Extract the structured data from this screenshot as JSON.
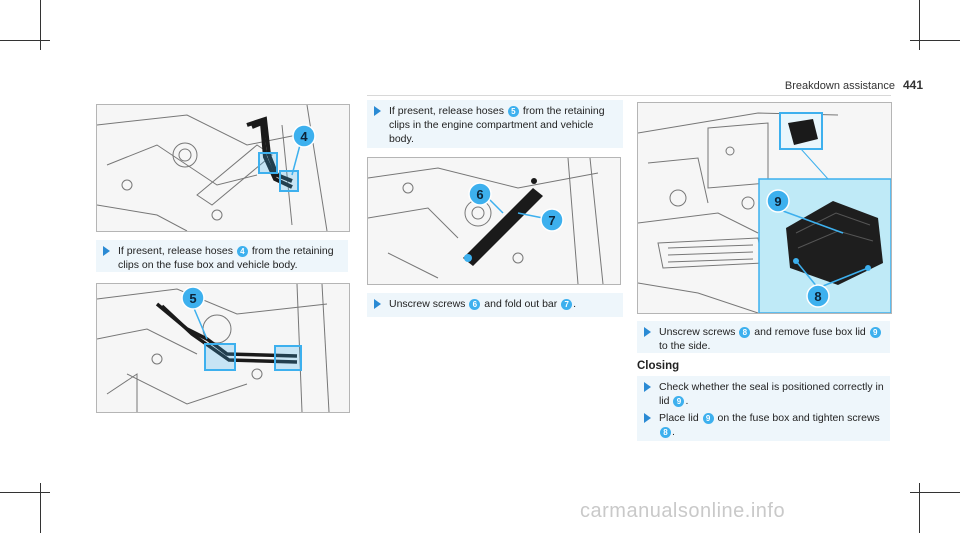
{
  "header": {
    "section": "Breakdown assistance",
    "page_number": "441"
  },
  "steps": {
    "step1": {
      "pre": "If present, release hoses ",
      "num": "4",
      "post": " from the retaining clips on the fuse box and vehicle body."
    },
    "step2": {
      "pre": "If present, release hoses ",
      "num": "5",
      "post": " from the retaining clips in the engine compartment and vehicle body."
    },
    "step3": {
      "pre": "Unscrew screws ",
      "num1": "6",
      "mid": " and fold out bar ",
      "num2": "7",
      "post": "."
    },
    "step4": {
      "pre": "Unscrew screws ",
      "num1": "8",
      "mid": " and remove fuse box lid ",
      "num2": "9",
      "post": " to the side."
    },
    "closing_heading": "Closing",
    "step5": {
      "pre": "Check whether the seal is positioned correctly in lid ",
      "num": "9",
      "post": "."
    },
    "step6": {
      "pre": "Place lid ",
      "num1": "9",
      "mid": " on the fuse box and tighten screws ",
      "num2": "8",
      "post": "."
    }
  },
  "figures": {
    "fig1": {
      "callouts": [
        "4"
      ]
    },
    "fig2": {
      "callouts": [
        "5"
      ]
    },
    "fig3": {
      "callouts": [
        "6",
        "7"
      ]
    },
    "fig4": {
      "callouts": [
        "9",
        "8"
      ]
    }
  },
  "colors": {
    "highlight": "#3db0ee",
    "inset_bg": "#bfeaf7",
    "arrow": "#2a8ad4"
  },
  "watermark": "carmanualsonline.info"
}
